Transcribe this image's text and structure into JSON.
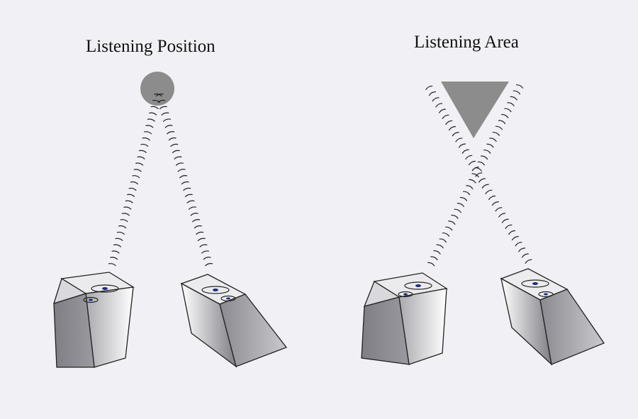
{
  "panels": [
    {
      "title": "Listening Position"
    },
    {
      "title": "Listening Area"
    }
  ],
  "colors": {
    "paper": "#f1f0f4",
    "ink": "#222222",
    "listener_fill": "#8c8c8c",
    "cone_inner": "#1c2d86"
  },
  "icons": {
    "listener_position": "circle",
    "listener_area": "downward-triangle",
    "speaker": "speaker-cabinet",
    "sound_wave": "arc-chain"
  }
}
